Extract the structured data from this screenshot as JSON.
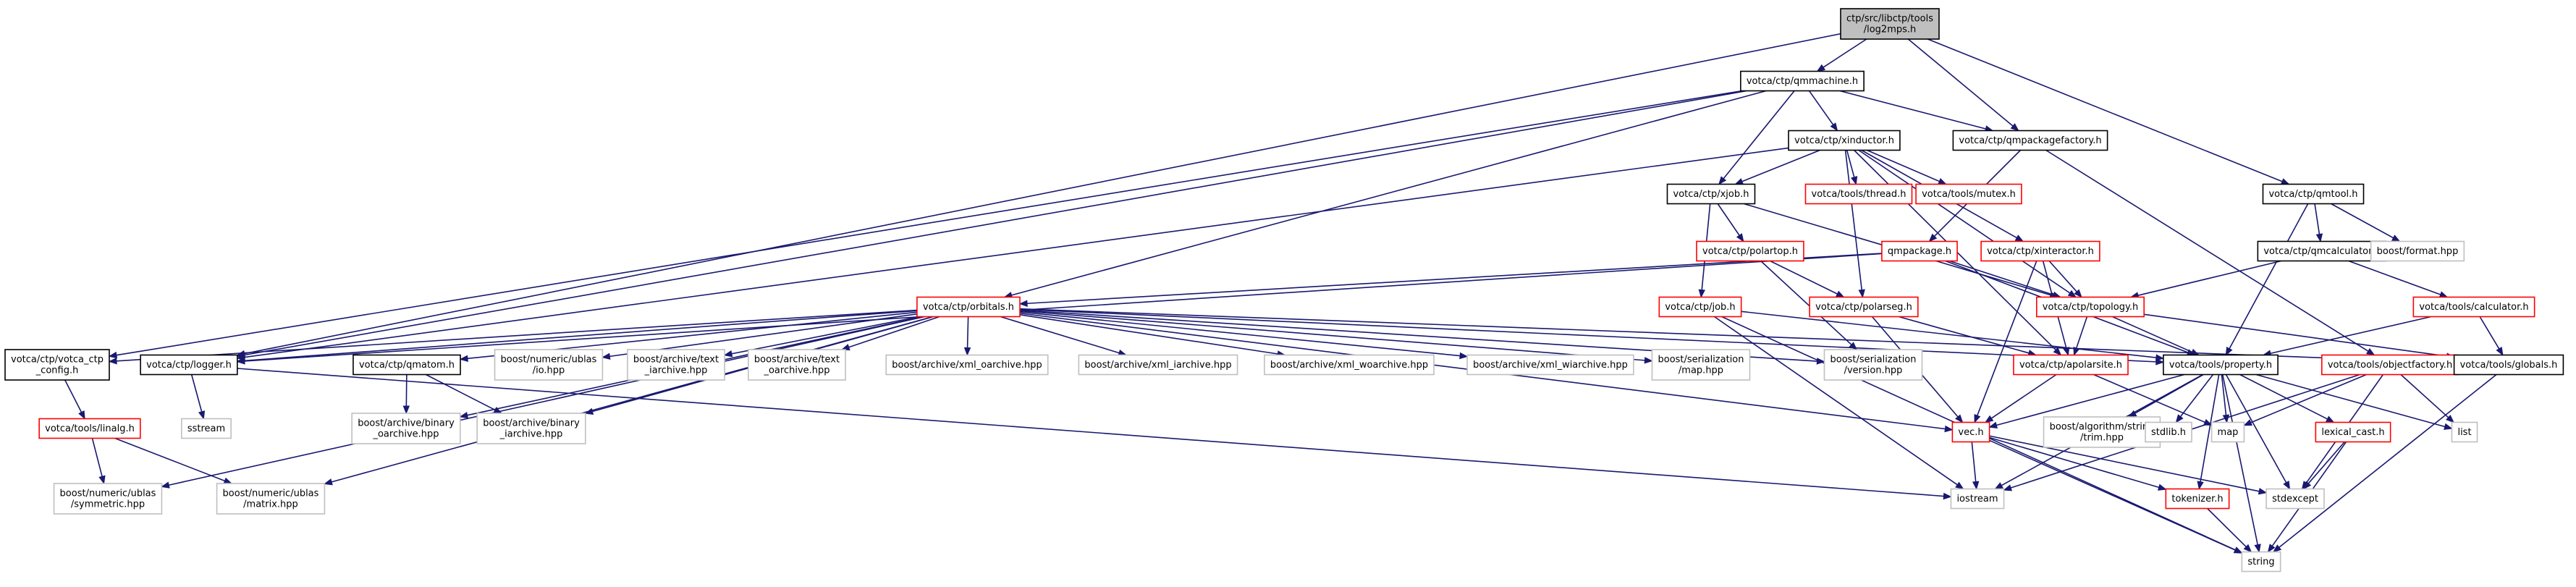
{
  "colors": {
    "edge": "#191970",
    "root_fill": "#bfbfbf",
    "root_border": "#000000",
    "documented_border": "#000000",
    "undocumented_border": "#ff0000",
    "external_border": "#bfbfbf",
    "node_fill": "#ffffff",
    "label": "#000000"
  },
  "nodes": [
    {
      "id": "root",
      "kind": "root",
      "lines": [
        "ctp/src/libctp/tools",
        "/log2mps.h"
      ]
    },
    {
      "id": "qmmachine",
      "kind": "documented",
      "lines": [
        "votca/ctp/qmmachine.h"
      ]
    },
    {
      "id": "qmtool",
      "kind": "documented",
      "lines": [
        "votca/ctp/qmtool.h"
      ]
    },
    {
      "id": "xinductor",
      "kind": "documented",
      "lines": [
        "votca/ctp/xinductor.h"
      ]
    },
    {
      "id": "qmpackagefactory",
      "kind": "documented",
      "lines": [
        "votca/ctp/qmpackagefactory.h"
      ]
    },
    {
      "id": "xjob",
      "kind": "documented",
      "lines": [
        "votca/ctp/xjob.h"
      ]
    },
    {
      "id": "thread",
      "kind": "undocumented",
      "lines": [
        "votca/tools/thread.h"
      ]
    },
    {
      "id": "mutex",
      "kind": "undocumented",
      "lines": [
        "votca/tools/mutex.h"
      ]
    },
    {
      "id": "qmcalculator",
      "kind": "documented",
      "lines": [
        "votca/ctp/qmcalculator.h"
      ]
    },
    {
      "id": "format",
      "kind": "external",
      "lines": [
        "boost/format.hpp"
      ]
    },
    {
      "id": "polartop",
      "kind": "undocumented",
      "lines": [
        "votca/ctp/polartop.h"
      ]
    },
    {
      "id": "qmpackage",
      "kind": "undocumented",
      "lines": [
        "qmpackage.h"
      ]
    },
    {
      "id": "xinteractor",
      "kind": "undocumented",
      "lines": [
        "votca/ctp/xinteractor.h"
      ]
    },
    {
      "id": "job",
      "kind": "undocumented",
      "lines": [
        "votca/ctp/job.h"
      ]
    },
    {
      "id": "polarseg",
      "kind": "undocumented",
      "lines": [
        "votca/ctp/polarseg.h"
      ]
    },
    {
      "id": "topology",
      "kind": "undocumented",
      "lines": [
        "votca/ctp/topology.h"
      ]
    },
    {
      "id": "calculator",
      "kind": "undocumented",
      "lines": [
        "votca/tools/calculator.h"
      ]
    },
    {
      "id": "orbitals",
      "kind": "undocumented",
      "lines": [
        "votca/ctp/orbitals.h"
      ]
    },
    {
      "id": "votca_config",
      "kind": "documented",
      "lines": [
        "votca/ctp/votca_ctp",
        "_config.h"
      ]
    },
    {
      "id": "logger",
      "kind": "documented",
      "lines": [
        "votca/ctp/logger.h"
      ]
    },
    {
      "id": "qmatom",
      "kind": "documented",
      "lines": [
        "votca/ctp/qmatom.h"
      ]
    },
    {
      "id": "ublas_io",
      "kind": "external",
      "lines": [
        "boost/numeric/ublas",
        "/io.hpp"
      ]
    },
    {
      "id": "text_iarchive",
      "kind": "external",
      "lines": [
        "boost/archive/text",
        "_iarchive.hpp"
      ]
    },
    {
      "id": "text_oarchive",
      "kind": "external",
      "lines": [
        "boost/archive/text",
        "_oarchive.hpp"
      ]
    },
    {
      "id": "xml_oarchive",
      "kind": "external",
      "lines": [
        "boost/archive/xml_oarchive.hpp"
      ]
    },
    {
      "id": "xml_iarchive",
      "kind": "external",
      "lines": [
        "boost/archive/xml_iarchive.hpp"
      ]
    },
    {
      "id": "xml_woarchive",
      "kind": "external",
      "lines": [
        "boost/archive/xml_woarchive.hpp"
      ]
    },
    {
      "id": "xml_wiarchive",
      "kind": "external",
      "lines": [
        "boost/archive/xml_wiarchive.hpp"
      ]
    },
    {
      "id": "serialization_map",
      "kind": "external",
      "lines": [
        "boost/serialization",
        "/map.hpp"
      ]
    },
    {
      "id": "serialization_version",
      "kind": "external",
      "lines": [
        "boost/serialization",
        "/version.hpp"
      ]
    },
    {
      "id": "apolarsite",
      "kind": "undocumented",
      "lines": [
        "votca/ctp/apolarsite.h"
      ]
    },
    {
      "id": "property",
      "kind": "documented",
      "lines": [
        "votca/tools/property.h"
      ]
    },
    {
      "id": "objectfactory",
      "kind": "undocumented",
      "lines": [
        "votca/tools/objectfactory.h"
      ]
    },
    {
      "id": "globals",
      "kind": "documented",
      "lines": [
        "votca/tools/globals.h"
      ]
    },
    {
      "id": "linalg",
      "kind": "undocumented",
      "lines": [
        "votca/tools/linalg.h"
      ]
    },
    {
      "id": "sstream",
      "kind": "external",
      "lines": [
        "sstream"
      ]
    },
    {
      "id": "binary_oarchive",
      "kind": "external",
      "lines": [
        "boost/archive/binary",
        "_oarchive.hpp"
      ]
    },
    {
      "id": "binary_iarchive",
      "kind": "external",
      "lines": [
        "boost/archive/binary",
        "_iarchive.hpp"
      ]
    },
    {
      "id": "vec",
      "kind": "undocumented",
      "lines": [
        "vec.h"
      ]
    },
    {
      "id": "trim",
      "kind": "external",
      "lines": [
        "boost/algorithm/string",
        "/trim.hpp"
      ]
    },
    {
      "id": "stdlib",
      "kind": "external",
      "lines": [
        "stdlib.h"
      ]
    },
    {
      "id": "map",
      "kind": "external",
      "lines": [
        "map"
      ]
    },
    {
      "id": "lexical_cast",
      "kind": "undocumented",
      "lines": [
        "lexical_cast.h"
      ]
    },
    {
      "id": "list",
      "kind": "external",
      "lines": [
        "list"
      ]
    },
    {
      "id": "symmetric",
      "kind": "external",
      "lines": [
        "boost/numeric/ublas",
        "/symmetric.hpp"
      ]
    },
    {
      "id": "matrix",
      "kind": "external",
      "lines": [
        "boost/numeric/ublas",
        "/matrix.hpp"
      ]
    },
    {
      "id": "iostream",
      "kind": "external",
      "lines": [
        "iostream"
      ]
    },
    {
      "id": "tokenizer",
      "kind": "undocumented",
      "lines": [
        "tokenizer.h"
      ]
    },
    {
      "id": "stdexcept",
      "kind": "external",
      "lines": [
        "stdexcept"
      ]
    },
    {
      "id": "string",
      "kind": "external",
      "lines": [
        "string"
      ]
    }
  ],
  "edges": [
    [
      "root",
      "qmmachine"
    ],
    [
      "root",
      "qmpackagefactory"
    ],
    [
      "root",
      "qmtool"
    ],
    [
      "root",
      "logger"
    ],
    [
      "qmmachine",
      "xinductor"
    ],
    [
      "qmmachine",
      "xjob"
    ],
    [
      "qmmachine",
      "qmpackagefactory"
    ],
    [
      "qmmachine",
      "orbitals"
    ],
    [
      "qmmachine",
      "votca_config"
    ],
    [
      "qmmachine",
      "logger"
    ],
    [
      "xinductor",
      "xjob"
    ],
    [
      "xinductor",
      "thread"
    ],
    [
      "xinductor",
      "mutex"
    ],
    [
      "xinductor",
      "xinteractor"
    ],
    [
      "xinductor",
      "polarseg"
    ],
    [
      "xinductor",
      "topology"
    ],
    [
      "xinductor",
      "apolarsite"
    ],
    [
      "xinductor",
      "logger"
    ],
    [
      "qmpackagefactory",
      "qmpackage"
    ],
    [
      "qmpackagefactory",
      "objectfactory"
    ],
    [
      "xjob",
      "polartop"
    ],
    [
      "xjob",
      "job"
    ],
    [
      "xjob",
      "topology"
    ],
    [
      "qmtool",
      "qmcalculator"
    ],
    [
      "qmtool",
      "format"
    ],
    [
      "qmtool",
      "property"
    ],
    [
      "qmcalculator",
      "topology"
    ],
    [
      "qmcalculator",
      "calculator"
    ],
    [
      "polartop",
      "polarseg"
    ],
    [
      "polartop",
      "serialization_version"
    ],
    [
      "qmpackage",
      "topology"
    ],
    [
      "qmpackage",
      "property"
    ],
    [
      "qmpackage",
      "orbitals"
    ],
    [
      "qmpackage",
      "logger"
    ],
    [
      "xinteractor",
      "topology"
    ],
    [
      "xinteractor",
      "apolarsite"
    ],
    [
      "xinteractor",
      "vec"
    ],
    [
      "job",
      "property"
    ],
    [
      "job",
      "iostream"
    ],
    [
      "job",
      "string"
    ],
    [
      "polarseg",
      "apolarsite"
    ],
    [
      "polarseg",
      "vec"
    ],
    [
      "topology",
      "apolarsite"
    ],
    [
      "topology",
      "property"
    ],
    [
      "topology",
      "globals"
    ],
    [
      "calculator",
      "property"
    ],
    [
      "calculator",
      "globals"
    ],
    [
      "orbitals",
      "votca_config"
    ],
    [
      "orbitals",
      "logger"
    ],
    [
      "orbitals",
      "qmatom"
    ],
    [
      "orbitals",
      "ublas_io"
    ],
    [
      "orbitals",
      "text_iarchive"
    ],
    [
      "orbitals",
      "text_oarchive"
    ],
    [
      "orbitals",
      "xml_oarchive"
    ],
    [
      "orbitals",
      "xml_iarchive"
    ],
    [
      "orbitals",
      "xml_woarchive"
    ],
    [
      "orbitals",
      "xml_wiarchive"
    ],
    [
      "orbitals",
      "serialization_map"
    ],
    [
      "orbitals",
      "serialization_version"
    ],
    [
      "orbitals",
      "property"
    ],
    [
      "orbitals",
      "globals"
    ],
    [
      "orbitals",
      "vec"
    ],
    [
      "orbitals",
      "binary_oarchive"
    ],
    [
      "orbitals",
      "binary_iarchive"
    ],
    [
      "orbitals",
      "symmetric"
    ],
    [
      "orbitals",
      "matrix"
    ],
    [
      "votca_config",
      "linalg"
    ],
    [
      "linalg",
      "symmetric"
    ],
    [
      "linalg",
      "matrix"
    ],
    [
      "logger",
      "sstream"
    ],
    [
      "logger",
      "iostream"
    ],
    [
      "qmatom",
      "binary_oarchive"
    ],
    [
      "qmatom",
      "binary_iarchive"
    ],
    [
      "apolarsite",
      "vec"
    ],
    [
      "apolarsite",
      "map"
    ],
    [
      "property",
      "vec"
    ],
    [
      "property",
      "trim"
    ],
    [
      "property",
      "stdlib"
    ],
    [
      "property",
      "map"
    ],
    [
      "property",
      "lexical_cast"
    ],
    [
      "property",
      "list"
    ],
    [
      "property",
      "tokenizer"
    ],
    [
      "property",
      "iostream"
    ],
    [
      "property",
      "stdexcept"
    ],
    [
      "property",
      "string"
    ],
    [
      "objectfactory",
      "map"
    ],
    [
      "objectfactory",
      "list"
    ],
    [
      "objectfactory",
      "iostream"
    ],
    [
      "objectfactory",
      "stdexcept"
    ],
    [
      "globals",
      "string"
    ],
    [
      "vec",
      "iostream"
    ],
    [
      "vec",
      "stdexcept"
    ],
    [
      "vec",
      "tokenizer"
    ],
    [
      "vec",
      "string"
    ],
    [
      "lexical_cast",
      "stdexcept"
    ],
    [
      "lexical_cast",
      "string"
    ],
    [
      "tokenizer",
      "string"
    ]
  ]
}
